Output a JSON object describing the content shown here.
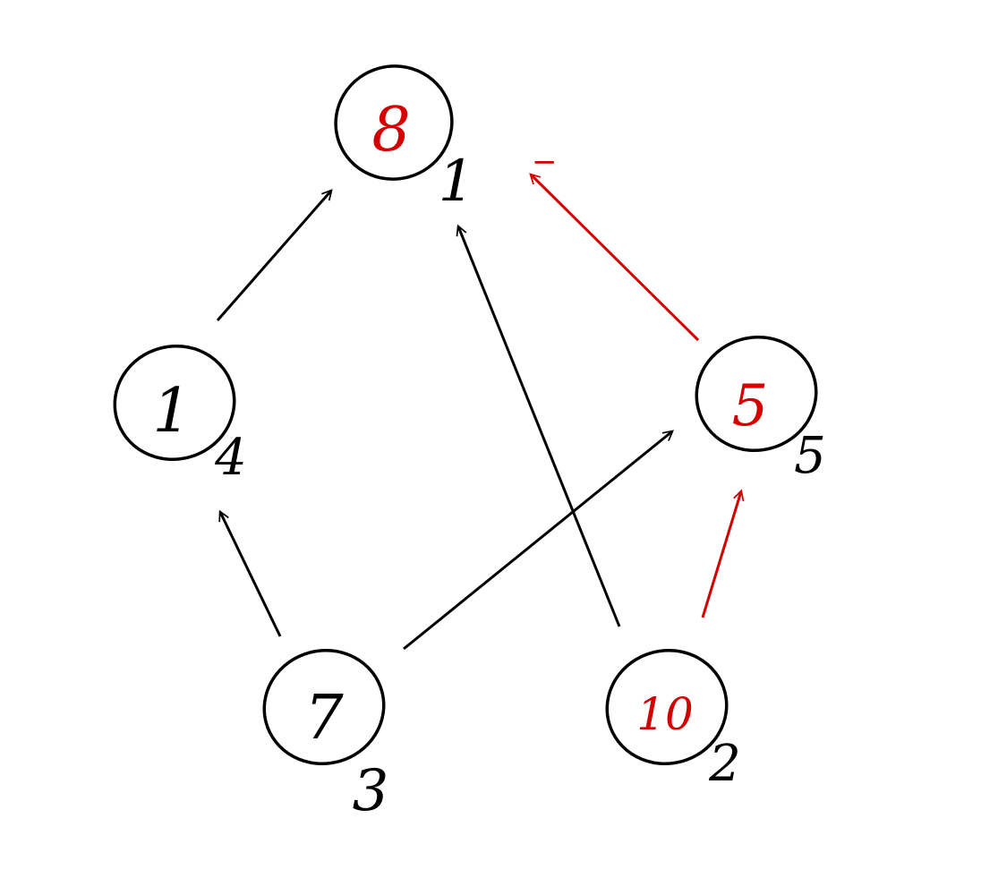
{
  "colors": {
    "black": "#000000",
    "red": "#d40000"
  },
  "nodes": [
    {
      "id": "a",
      "value": "8",
      "label": "1",
      "value_color": "red"
    },
    {
      "id": "b",
      "value": "1",
      "label": "4",
      "value_color": "black"
    },
    {
      "id": "c",
      "value": "5",
      "label": "5",
      "value_color": "red"
    },
    {
      "id": "d",
      "value": "7",
      "label": "3",
      "value_color": "black"
    },
    {
      "id": "e",
      "value": "10",
      "label": "2",
      "value_color": "red"
    }
  ],
  "edges": [
    {
      "from": "b",
      "to": "a",
      "color": "black"
    },
    {
      "from": "e",
      "to": "a",
      "color": "black"
    },
    {
      "from": "d",
      "to": "c",
      "color": "black"
    },
    {
      "from": "d",
      "to": "b",
      "color": "black"
    },
    {
      "from": "e",
      "to": "c",
      "color": "red"
    },
    {
      "from": "c",
      "to": "a",
      "color": "red",
      "mark": "−"
    }
  ]
}
